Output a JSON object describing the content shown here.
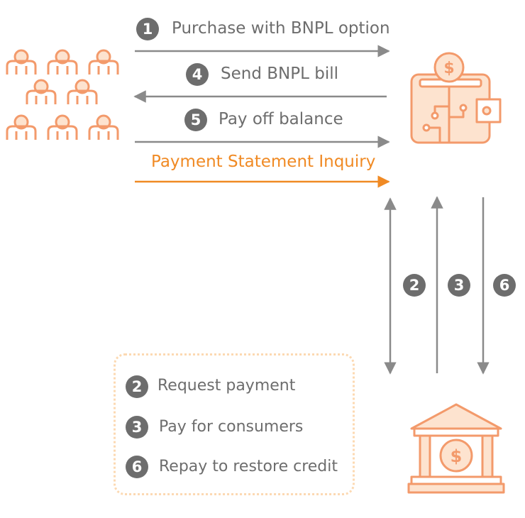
{
  "flows": [
    {
      "step": "1",
      "label": "Purchase with BNPL option"
    },
    {
      "step": "4",
      "label": "Send BNPL bill"
    },
    {
      "step": "5",
      "label": "Pay off balance"
    },
    {
      "step": "",
      "label": "Payment Statement Inquiry"
    }
  ],
  "vertical_steps": [
    "2",
    "3",
    "6"
  ],
  "legend": [
    {
      "step": "2",
      "label": "Request  payment"
    },
    {
      "step": "3",
      "label": "Pay for consumers"
    },
    {
      "step": "6",
      "label": "Repay to restore credit"
    }
  ],
  "colors": {
    "accent_orange": "#f08a24",
    "icon_orange": "#f39a6b",
    "icon_fill": "#fde3cf",
    "gray": "#6d6d6d",
    "arrow_gray": "#8a8a8a"
  },
  "icons": [
    "consumers-group-icon",
    "bnpl-wallet-icon",
    "bank-icon"
  ]
}
